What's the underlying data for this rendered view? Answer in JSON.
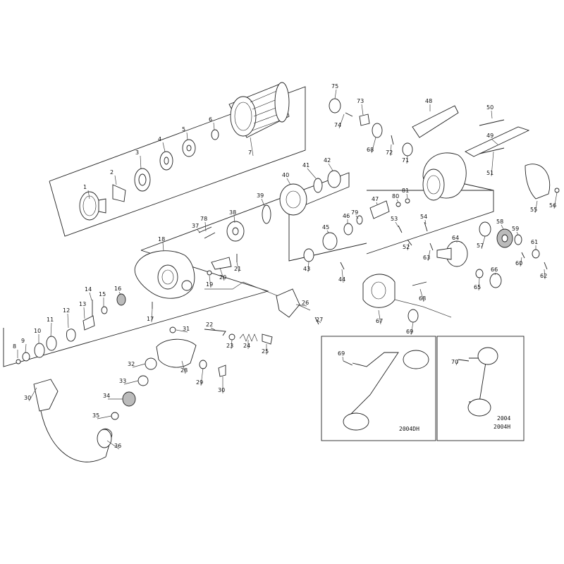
{
  "part_numbers": [
    "1",
    "2",
    "3",
    "4",
    "5",
    "6",
    "7",
    "8",
    "9",
    "10",
    "11",
    "12",
    "13",
    "14",
    "15",
    "16",
    "17",
    "18",
    "19",
    "20",
    "21",
    "22",
    "23",
    "24",
    "25",
    "26",
    "27",
    "28",
    "29",
    "30",
    "30",
    "31",
    "32",
    "33",
    "34",
    "35",
    "36",
    "37",
    "38",
    "39",
    "40",
    "41",
    "42",
    "43",
    "44",
    "45",
    "46",
    "47",
    "48",
    "49",
    "50",
    "51",
    "52",
    "53",
    "54",
    "55",
    "56",
    "57",
    "58",
    "59",
    "60",
    "61",
    "62",
    "63",
    "64",
    "65",
    "66",
    "67",
    "68",
    "68",
    "69",
    "69",
    "70",
    "71",
    "72",
    "73",
    "74",
    "75",
    "78",
    "79",
    "80",
    "81"
  ],
  "model_labels": {
    "left_box": "2004DH",
    "right_box_line1": "2004",
    "right_box_line2": "2004H"
  }
}
